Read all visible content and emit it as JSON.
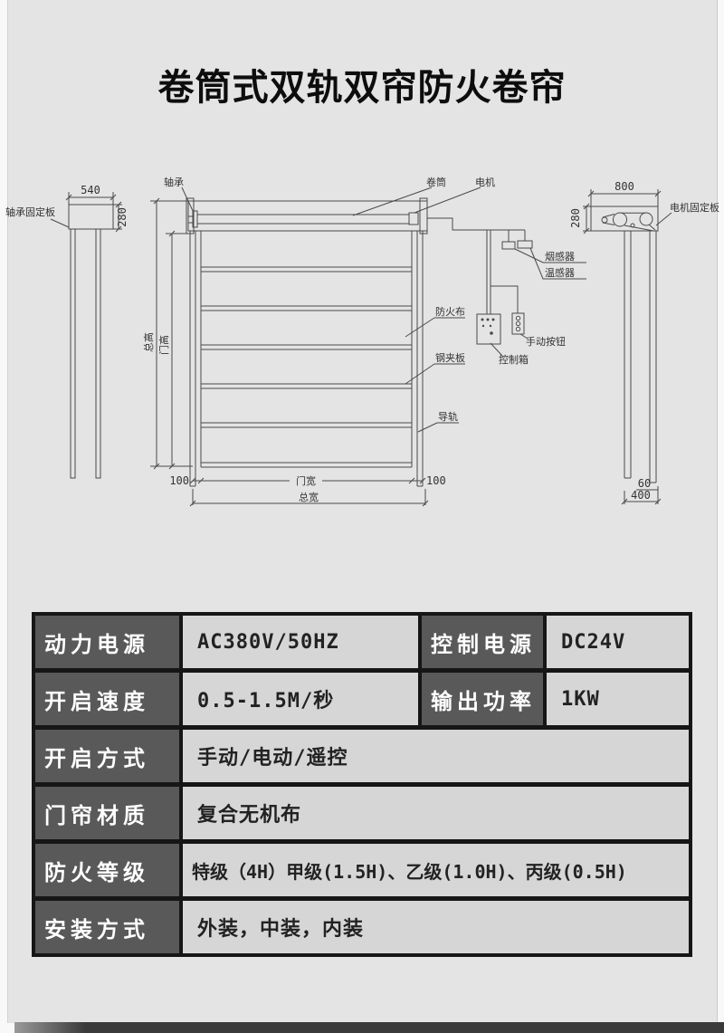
{
  "page": {
    "title": "卷筒式双轨双帘防火卷帘"
  },
  "colors": {
    "card_bg": "#e4e4e4",
    "gutter_bg": "#f8f8f8",
    "title_ink": "#0d0d0d",
    "line": "#4a4a4a",
    "label_ink": "#333333",
    "table_border": "#161616",
    "table_label_bg": "#595959",
    "table_label_ink": "#ffffff",
    "table_value_bg": "#d6d6d6",
    "table_value_ink": "#222222",
    "shadow": "#3a3a3a"
  },
  "diagram": {
    "left_view": {
      "width_dim": "540",
      "height_dim": "280",
      "plate_label": "轴承固定板"
    },
    "main_view": {
      "bearing_label": "轴承",
      "roller_label": "卷筒",
      "motor_label": "电机",
      "total_height_label": "总高",
      "door_height_label": "门高",
      "fire_cloth_label": "防火布",
      "steel_plate_label": "钢夹板",
      "guide_rail_label": "导轨",
      "door_width_label": "门宽",
      "total_width_label": "总宽",
      "left_margin_dim": "100",
      "right_margin_dim": "100"
    },
    "right_view": {
      "width_dim": "800",
      "height_dim": "280",
      "plate_label": "电机固定板",
      "rail_dim": "60",
      "base_dim": "400"
    },
    "controls": {
      "smoke_sensor_label": "烟感器",
      "temp_sensor_label": "温感器",
      "manual_button_label": "手动按钮",
      "control_box_label": "控制箱"
    }
  },
  "spec_table": {
    "rows": [
      [
        {
          "label": "动力电源",
          "value": "AC380V/50HZ"
        },
        {
          "label": "控制电源",
          "value": "DC24V"
        }
      ],
      [
        {
          "label": "开启速度",
          "value": "0.5-1.5M/秒"
        },
        {
          "label": "输出功率",
          "value": "1KW"
        }
      ],
      [
        {
          "label": "开启方式",
          "value": "手动/电动/遥控"
        }
      ],
      [
        {
          "label": "门帘材质",
          "value": "复合无机布"
        }
      ],
      [
        {
          "label": "防火等级",
          "value": "特级（4H）甲级(1.5H)、乙级(1.0H)、丙级(0.5H)"
        }
      ],
      [
        {
          "label": "安装方式",
          "value": "外装，中装，内装"
        }
      ]
    ]
  }
}
